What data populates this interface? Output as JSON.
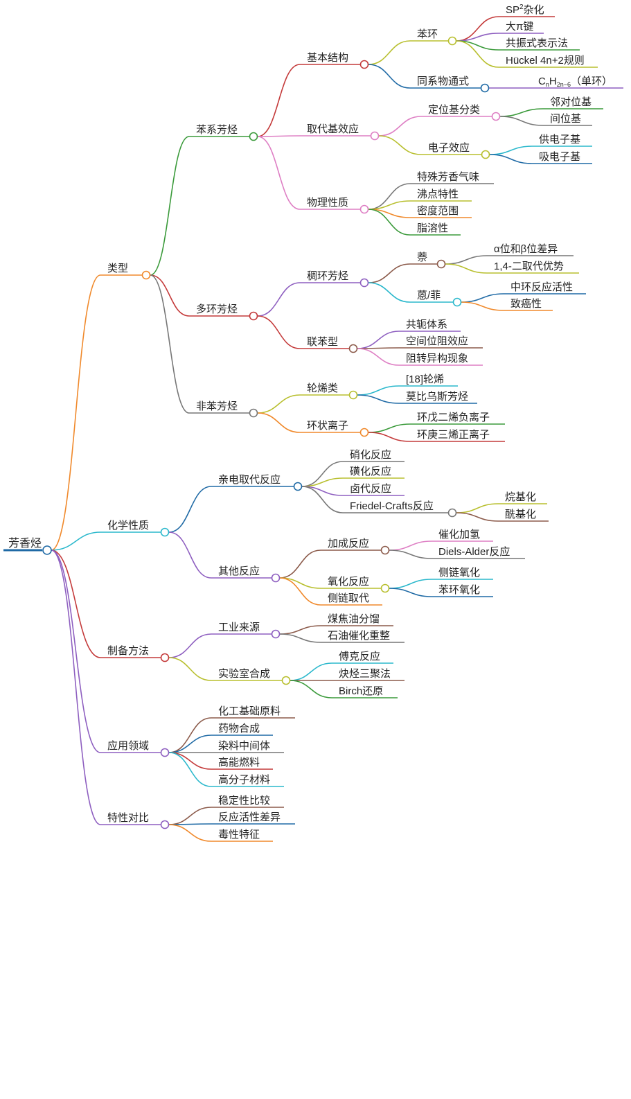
{
  "mindmap": {
    "root": "芳香烃",
    "colors": {
      "root": "#1f6aa5",
      "orange": "#f0892b",
      "cyan": "#2ab8cc",
      "red": "#c43a3a",
      "purple": "#8e5fc0",
      "green": "#3a9a3a",
      "pink": "#de7fc4",
      "gray": "#777777",
      "olive": "#b8bf2e",
      "brown": "#8b5a4a",
      "blue": "#1f6aa5"
    },
    "sup_2": "2",
    "formula": {
      "C": "C",
      "n1": "n",
      "H": "H",
      "sub2": "2n−6",
      "suffix": "（单环）"
    },
    "branches": [
      {
        "label": "类型",
        "children": [
          {
            "label": "苯系芳烃",
            "children": [
              {
                "label": "基本结构",
                "children": [
                  {
                    "label": "苯环",
                    "children": [
                      {
                        "label": "SP²杂化"
                      },
                      {
                        "label": "大π键"
                      },
                      {
                        "label": "共振式表示法"
                      },
                      {
                        "label": "Hückel 4n+2规则"
                      }
                    ]
                  },
                  {
                    "label": "同系物通式",
                    "children": [
                      {
                        "label": "CnH2n−6（单环）"
                      }
                    ]
                  }
                ]
              },
              {
                "label": "取代基效应",
                "children": [
                  {
                    "label": "定位基分类",
                    "children": [
                      {
                        "label": "邻对位基"
                      },
                      {
                        "label": "间位基"
                      }
                    ]
                  },
                  {
                    "label": "电子效应",
                    "children": [
                      {
                        "label": "供电子基"
                      },
                      {
                        "label": "吸电子基"
                      }
                    ]
                  }
                ]
              },
              {
                "label": "物理性质",
                "children": [
                  {
                    "label": "特殊芳香气味"
                  },
                  {
                    "label": "沸点特性"
                  },
                  {
                    "label": "密度范围"
                  },
                  {
                    "label": "脂溶性"
                  }
                ]
              }
            ]
          },
          {
            "label": "多环芳烃",
            "children": [
              {
                "label": "稠环芳烃",
                "children": [
                  {
                    "label": "萘",
                    "children": [
                      {
                        "label": "α位和β位差异"
                      },
                      {
                        "label": "1,4-二取代优势"
                      }
                    ]
                  },
                  {
                    "label": "蒽/菲",
                    "children": [
                      {
                        "label": "中环反应活性"
                      },
                      {
                        "label": "致癌性"
                      }
                    ]
                  }
                ]
              },
              {
                "label": "联苯型",
                "children": [
                  {
                    "label": "共轭体系"
                  },
                  {
                    "label": "空间位阻效应"
                  },
                  {
                    "label": "阻转异构现象"
                  }
                ]
              }
            ]
          },
          {
            "label": "非苯芳烃",
            "children": [
              {
                "label": "轮烯类",
                "children": [
                  {
                    "label": "[18]轮烯"
                  },
                  {
                    "label": "莫比乌斯芳烃"
                  }
                ]
              },
              {
                "label": "环状离子",
                "children": [
                  {
                    "label": "环戊二烯负离子"
                  },
                  {
                    "label": "环庚三烯正离子"
                  }
                ]
              }
            ]
          }
        ]
      },
      {
        "label": "化学性质",
        "children": [
          {
            "label": "亲电取代反应",
            "children": [
              {
                "label": "硝化反应"
              },
              {
                "label": "磺化反应"
              },
              {
                "label": "卤代反应"
              },
              {
                "label": "Friedel-Crafts反应",
                "children": [
                  {
                    "label": "烷基化"
                  },
                  {
                    "label": "酰基化"
                  }
                ]
              }
            ]
          },
          {
            "label": "其他反应",
            "children": [
              {
                "label": "加成反应",
                "children": [
                  {
                    "label": "催化加氢"
                  },
                  {
                    "label": "Diels-Alder反应"
                  }
                ]
              },
              {
                "label": "氧化反应",
                "children": [
                  {
                    "label": "侧链氧化"
                  },
                  {
                    "label": "苯环氧化"
                  }
                ]
              },
              {
                "label": "侧链取代"
              }
            ]
          }
        ]
      },
      {
        "label": "制备方法",
        "children": [
          {
            "label": "工业来源",
            "children": [
              {
                "label": "煤焦油分馏"
              },
              {
                "label": "石油催化重整"
              }
            ]
          },
          {
            "label": "实验室合成",
            "children": [
              {
                "label": "傅克反应"
              },
              {
                "label": "炔烃三聚法"
              },
              {
                "label": "Birch还原"
              }
            ]
          }
        ]
      },
      {
        "label": "应用领域",
        "children": [
          {
            "label": "化工基础原料"
          },
          {
            "label": "药物合成"
          },
          {
            "label": "染料中间体"
          },
          {
            "label": "高能燃料"
          },
          {
            "label": "高分子材料"
          }
        ]
      },
      {
        "label": "特性对比",
        "children": [
          {
            "label": "稳定性比较"
          },
          {
            "label": "反应活性差异"
          },
          {
            "label": "毒性特征"
          }
        ]
      }
    ]
  }
}
